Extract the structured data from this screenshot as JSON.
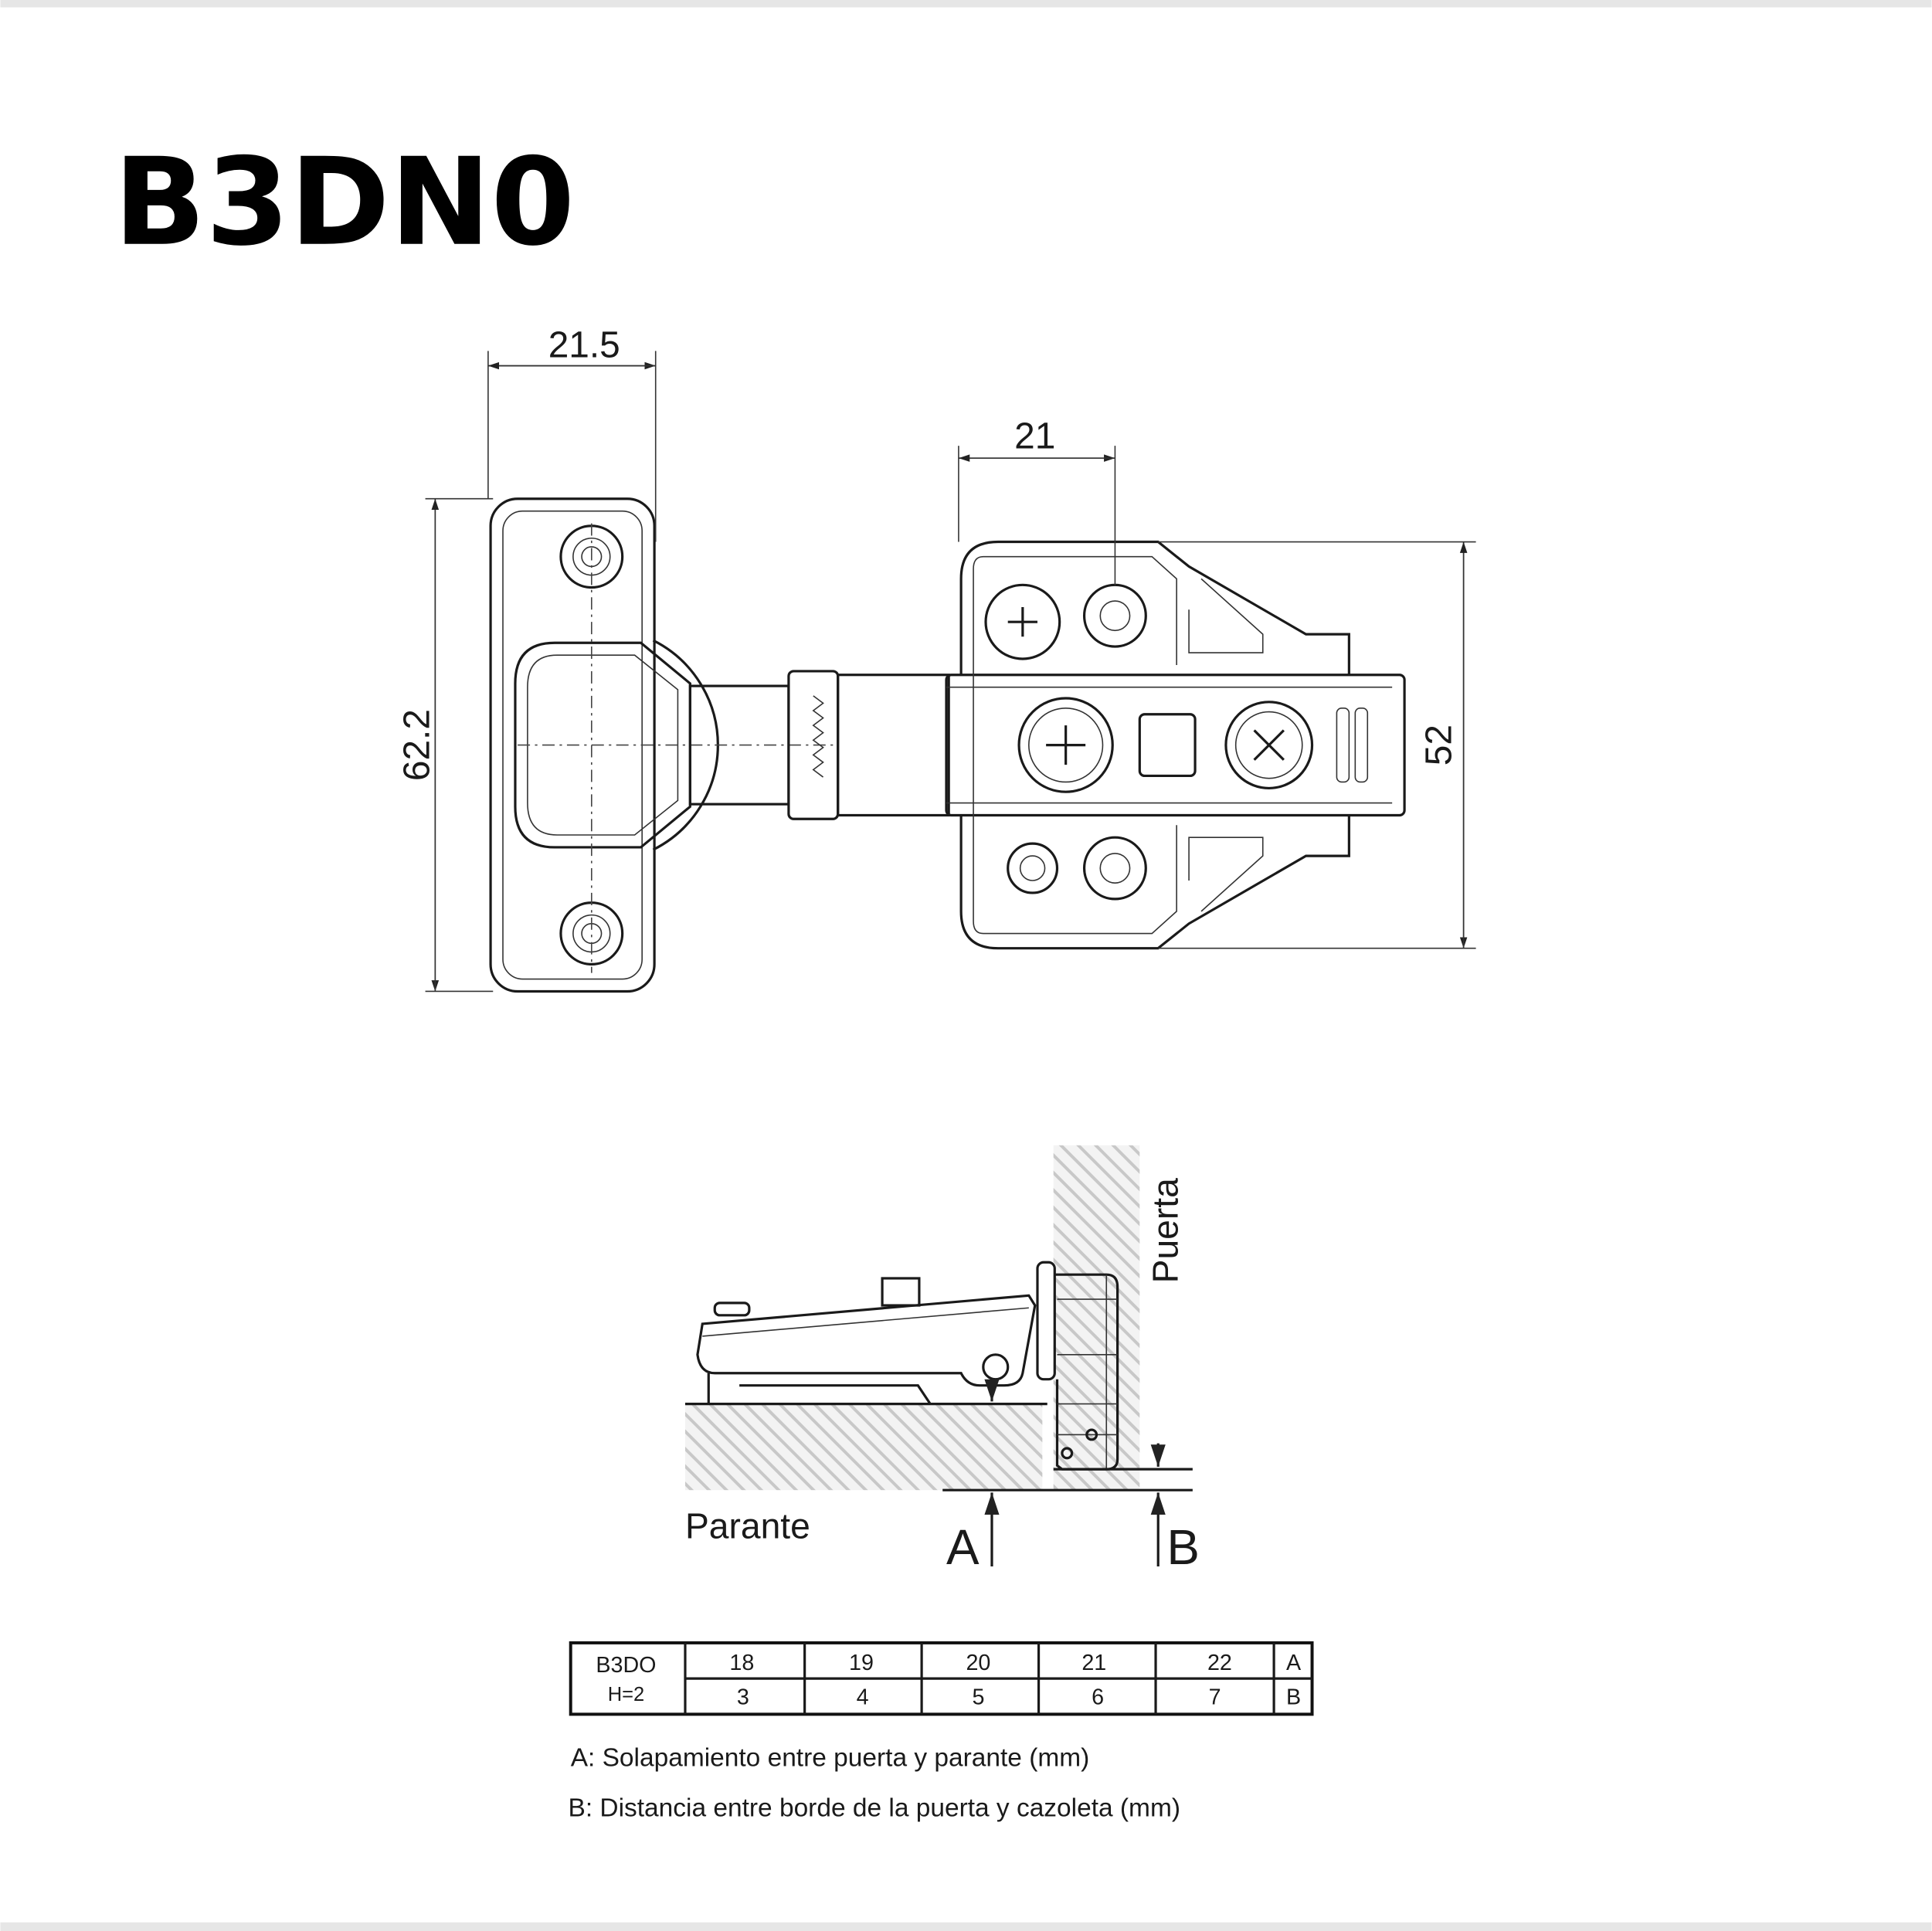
{
  "title": "B3DN0",
  "dimensions": {
    "plate_width": "21.5",
    "plate_height": "62.2",
    "base_offset": "21",
    "base_height": "52"
  },
  "side_view": {
    "door_label": "Puerta",
    "frame_label": "Parante",
    "overlap_label": "A",
    "distance_label": "B"
  },
  "table": {
    "model": "B3DO",
    "h_value": "H=2",
    "row_a": [
      "18",
      "19",
      "20",
      "21",
      "22"
    ],
    "row_b": [
      "3",
      "4",
      "5",
      "6",
      "7"
    ],
    "row_a_label": "A",
    "row_b_label": "B"
  },
  "legend": {
    "a": "A: Solapamiento entre puerta y parante (mm)",
    "b": "B: Distancia entre borde de la puerta y cazoleta (mm)"
  }
}
